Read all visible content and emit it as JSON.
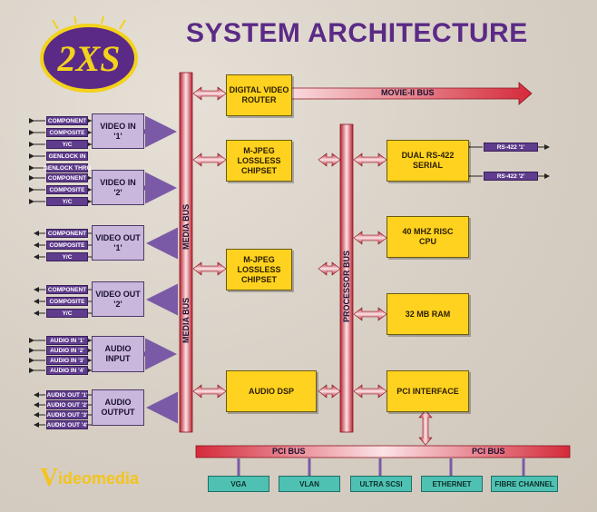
{
  "title": "SYSTEM ARCHITECTURE",
  "logo": {
    "text": "2XS",
    "colors": {
      "ring": "#f3d21c",
      "fill": "#5b2a86",
      "text": "#f3d21c"
    }
  },
  "brand": {
    "text": "ideomedia",
    "mark": "V"
  },
  "buses": {
    "movie": "MOVIE-II BUS",
    "media_top": "MEDIA BUS",
    "media_bottom": "MEDIA BUS",
    "processor": "PROCESSOR BUS",
    "pci_left": "PCI BUS",
    "pci_right": "PCI BUS"
  },
  "blocks": {
    "router": "DIGITAL VIDEO\nROUTER",
    "mjpeg1": "M-JPEG\nLOSSLESS\nCHIPSET",
    "mjpeg2": "M-JPEG\nLOSSLESS\nCHIPSET",
    "audio_dsp": "AUDIO DSP",
    "rs422": "DUAL RS-422\nSERIAL",
    "risc": "40 MHZ RISC\nCPU",
    "ram": "32 MB RAM",
    "pci": "PCI INTERFACE"
  },
  "io": {
    "video_in_1": "VIDEO IN\n'1'",
    "video_in_2": "VIDEO IN\n'2'",
    "video_out_1": "VIDEO OUT\n'1'",
    "video_out_2": "VIDEO OUT\n'2'",
    "audio_input": "AUDIO\nINPUT",
    "audio_output": "AUDIO\nOUTPUT"
  },
  "ports": {
    "vin1": [
      "COMPONENT",
      "COMPOSITE",
      "Y/C"
    ],
    "genlock": [
      "GENLOCK IN",
      "GENLOCK THRU"
    ],
    "vin2": [
      "COMPONENT",
      "COMPOSITE",
      "Y/C"
    ],
    "vout1": [
      "COMPONENT",
      "COMPOSITE",
      "Y/C"
    ],
    "vout2": [
      "COMPONENT",
      "COMPOSITE",
      "Y/C"
    ],
    "ain": [
      "AUDIO IN '1'",
      "AUDIO IN '2'",
      "AUDIO IN '3'",
      "AUDIO IN '4'"
    ],
    "aout": [
      "AUDIO OUT '1'",
      "AUDIO OUT '2'",
      "AUDIO OUT '3'",
      "AUDIO OUT '4'"
    ],
    "rs422": [
      "RS-422 '1'",
      "RS-422 '2'"
    ]
  },
  "pci_devices": [
    "VGA",
    "VLAN",
    "ULTRA SCSI",
    "ETHERNET",
    "FIBRE CHANNEL"
  ],
  "colors": {
    "bus_red": "#d42a3a",
    "bus_light": "#fbe3e6",
    "block_yellow": "#ffd21f",
    "block_purple": "#c9b7dc",
    "label_purple": "#5f3c8d",
    "device_teal": "#4ec1b2"
  }
}
